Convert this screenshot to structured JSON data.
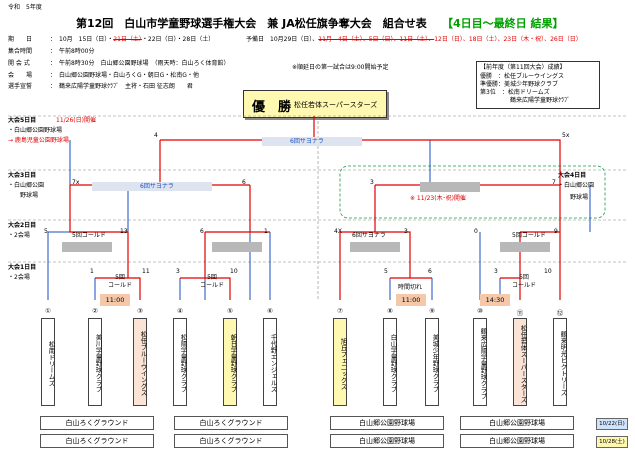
{
  "era": "令和　5年度",
  "title": "第12回　白山市学童野球選手権大会　兼 JA松任旗争奪大会　組合せ表",
  "title_tag": "【4日目～最終日 結果】",
  "info": {
    "period_label": "期　　日",
    "period_value": "：　10月　15日（日）・",
    "period_struck": "21日（土）",
    "period_rest": "・22日（日）・28日（土）",
    "reserve_label": "予備日　10月29日（日）、",
    "reserve_struck": "11月　4日（土）、5日（日）、11日（土）、",
    "reserve_rest": "12日（日）、18日（土）、23日（木・祝）、26日（日）",
    "gather_label": "集合時間",
    "gather_value": "：　午前8時00分",
    "open_label": "開 会 式",
    "open_value": "：　午前8時30分　白山郷公園野球場　（雨天時：白山ろく体育館）",
    "open_note": "※順延日の第一試合は9:00開始予定",
    "venue_label": "会　　場",
    "venue_value": "：　白山郷公園野球場・白山ろくG・朝日G・松南G・他",
    "oath_label": "選手宣誓",
    "oath_value": "：　鶴来広陽学童野球ｸﾗﾌﾞ　主将・石田 征志朗　　君"
  },
  "champion": {
    "label": "優　勝",
    "team": "松任若体スーパースターズ"
  },
  "prev_results": {
    "title": "【前年度（第11回大会）成績】",
    "rows": [
      "優勝　：松任ブルーウイングス",
      "準優勝：美城少年野球クラブ",
      "第3位　：松南ドリームズ",
      "　　　　　鶴来広陽学童野球ｸﾗﾌﾞ"
    ]
  },
  "rounds": {
    "day5": "大会5日目",
    "day5_note": "11/26(日)開催",
    "day5_venue": "・白山郷公園野球場",
    "day5_arrow": "→ 鹿島児童公園野球場",
    "day3": "大会3日目",
    "day3_venue1": "・白山郷公園",
    "day3_venue2": "野球場",
    "day4": "大会4日目",
    "day4_venue1": "・白山郷公園",
    "day4_venue2": "野球場",
    "day2": "大会2日目",
    "day2_venue": "・2会場",
    "day1": "大会1日目",
    "day1_venue": "・2会場"
  },
  "scores": {
    "final_l": "4",
    "final_r": "5x",
    "final_note": "6回サヨナラ",
    "sf_l_l": "7x",
    "sf_l_r": "6",
    "sf_l_note": "6回サヨナラ",
    "sf_r_l": "3",
    "sf_r_r": "7",
    "sf_r_note": "※ 11/23(木･祝)開催",
    "q1_l": "5",
    "q1_r": "13",
    "q1_note": "5回コールド",
    "q2_l": "6",
    "q2_r": "1",
    "q3_l": "4X",
    "q3_r": "3",
    "q3_note": "6回サヨナラ",
    "q4_l": "0",
    "q4_r": "9",
    "q4_note": "5回コールド",
    "r1_l": "1",
    "r1_r": "11",
    "r1_note": "5回\nコールド",
    "r2_l": "3",
    "r2_r": "10",
    "r2_note": "5回\nコールド",
    "r3_l": "5",
    "r3_r": "6",
    "r3_note": "時間切れ",
    "r4_l": "3",
    "r4_r": "10",
    "r4_note": "5回\nコールド"
  },
  "times": [
    "11:00",
    "11:00",
    "14:30"
  ],
  "teams": [
    {
      "num": "①",
      "name": "松南ドリームズ",
      "style": ""
    },
    {
      "num": "②",
      "name": "美川学童野球クラブ",
      "style": ""
    },
    {
      "num": "③",
      "name": "松任ブルーウイングス",
      "style": "pink"
    },
    {
      "num": "④",
      "name": "松陽学童野球クラブ",
      "style": ""
    },
    {
      "num": "⑤",
      "name": "朝日学童野球クラブ",
      "style": "yel"
    },
    {
      "num": "⑥",
      "name": "千代野エンジェルス",
      "style": ""
    },
    {
      "num": "⑦",
      "name": "旭丘フェニックス",
      "style": "yel"
    },
    {
      "num": "⑧",
      "name": "白山学童野球クラブ",
      "style": ""
    },
    {
      "num": "⑨",
      "name": "美城少年野球クラブ",
      "style": ""
    },
    {
      "num": "⑩",
      "name": "鶴来広陽学童野球クラブ",
      "style": ""
    },
    {
      "num": "⑪",
      "name": "松任若体スーパースターズ",
      "style": "pink"
    },
    {
      "num": "⑫",
      "name": "鶴来明光ビクトリーズ",
      "style": ""
    }
  ],
  "grounds": {
    "row1": [
      "白山ろくグラウンド",
      "白山ろくグラウンド",
      "白山郷公園野球場",
      "白山郷公園野球場"
    ],
    "row2": [
      "白山ろくグラウンド",
      "白山ろくグラウンド",
      "白山郷公園野球場",
      "白山郷公園野球場"
    ],
    "date1": "10/22(日)",
    "date2": "10/28(土)"
  },
  "colors": {
    "winner_line": "#e00000",
    "loser_line": "#1a4fc0",
    "highlight": "#fff8b0",
    "pink": "#fbe3d6",
    "time_bg": "#f4c8a8"
  }
}
